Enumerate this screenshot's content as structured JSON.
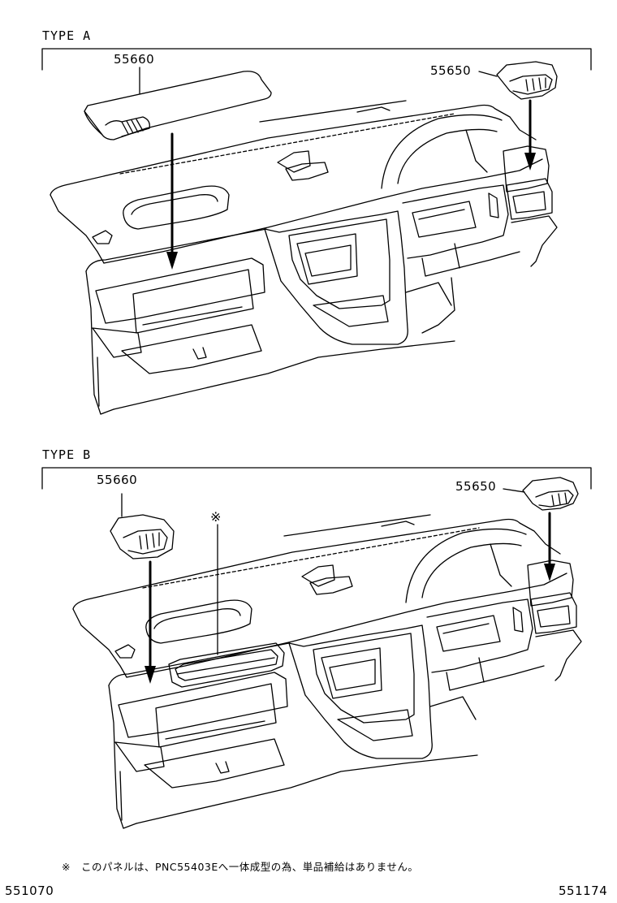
{
  "diagram": {
    "section_a": {
      "title": "TYPE A",
      "part_left": "55660",
      "part_right": "55650"
    },
    "section_b": {
      "title": "TYPE B",
      "part_left": "55660",
      "part_right": "55650",
      "note_marker": "※"
    },
    "footnote": "※　このパネルは、PNC55403Eへ一体成型の為、単品補給はありません。",
    "ref_left": "551070",
    "ref_right": "551174"
  }
}
